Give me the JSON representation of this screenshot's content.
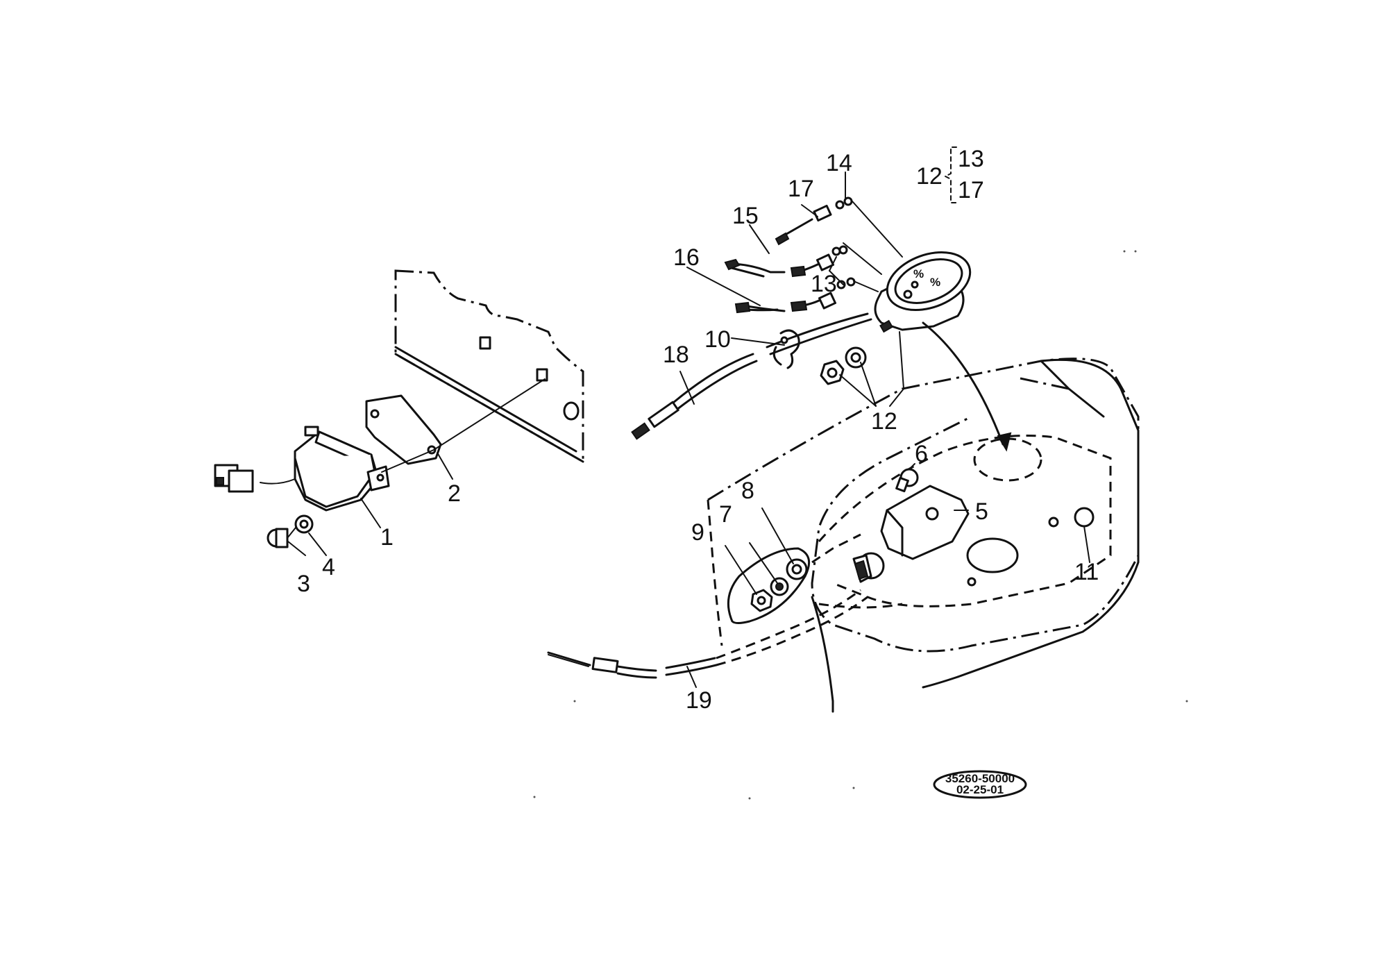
{
  "callouts": {
    "c1": "1",
    "c2": "2",
    "c3": "3",
    "c4": "4",
    "c5": "5",
    "c6": "6",
    "c7": "7",
    "c8": "8",
    "c9": "9",
    "c10": "10",
    "c11": "11",
    "c12a": "12",
    "c12b": "12",
    "c13a": "13",
    "c13b": "13",
    "c14": "14",
    "c15": "15",
    "c16": "16",
    "c17a": "17",
    "c17b": "17",
    "c18": "18",
    "c19": "19"
  },
  "drawing_code": {
    "line1": "35260-50000",
    "line2": "02-25-01"
  }
}
